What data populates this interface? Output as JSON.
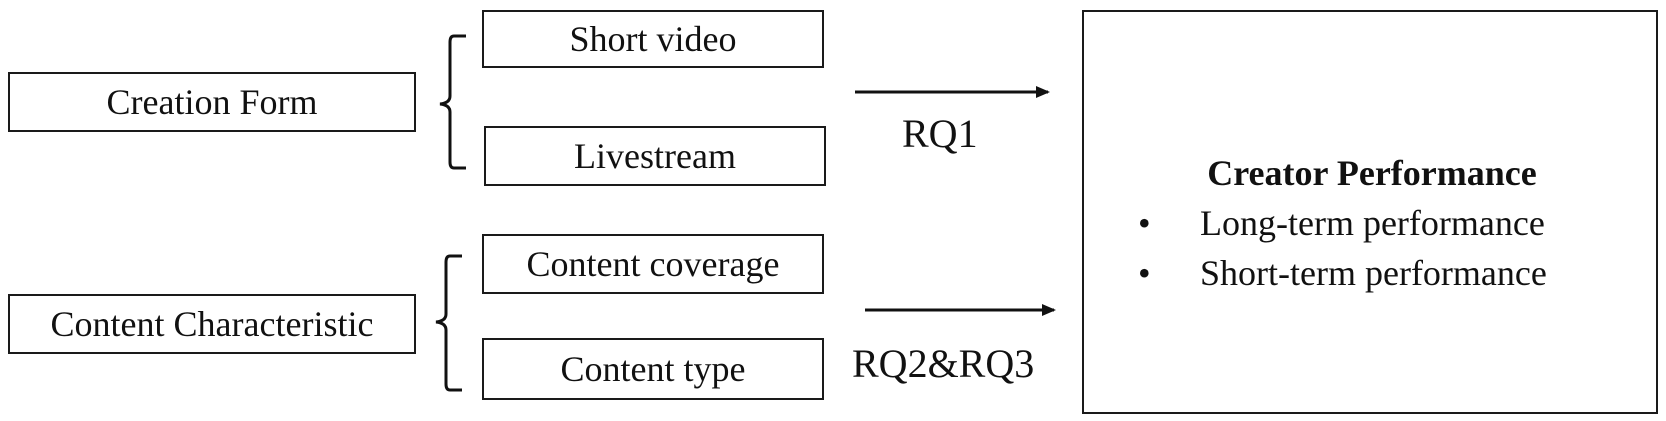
{
  "factors": {
    "creation_form": "Creation Form",
    "content_characteristic": "Content Characteristic"
  },
  "sub_factors": {
    "short_video": "Short video",
    "livestream": "Livestream",
    "content_coverage": "Content coverage",
    "content_type": "Content type"
  },
  "arrows": {
    "rq1": "RQ1",
    "rq2_rq3": "RQ2&RQ3"
  },
  "outcome": {
    "title": "Creator Performance",
    "bullet": "•",
    "items": [
      "Long-term performance",
      "Short-term performance"
    ]
  }
}
